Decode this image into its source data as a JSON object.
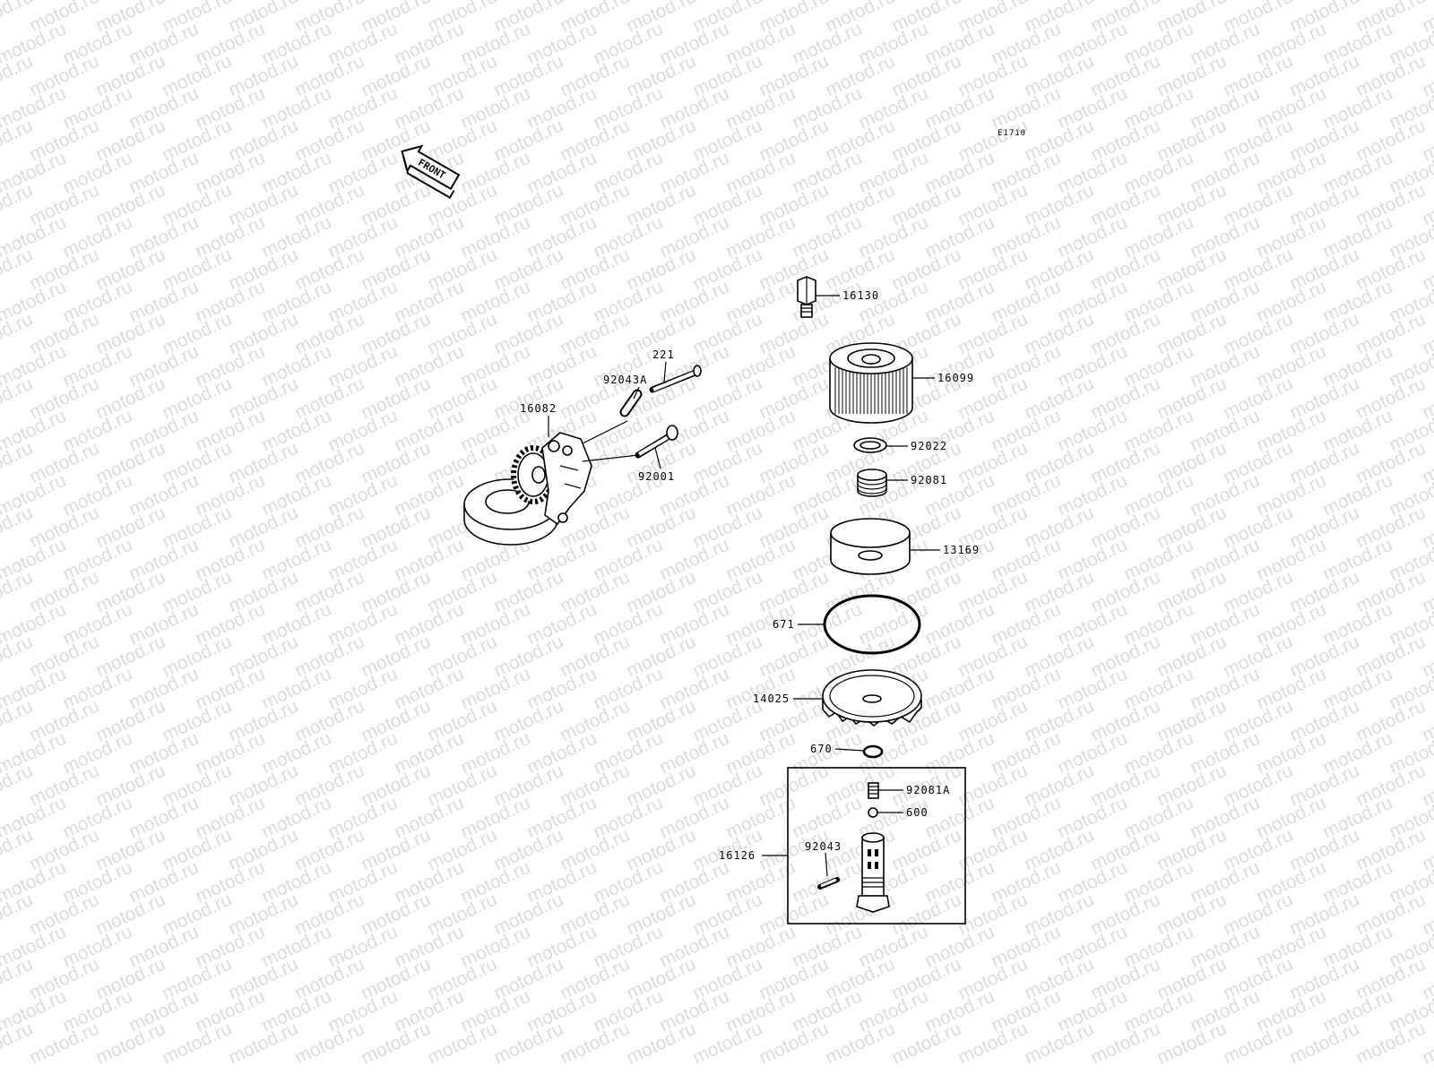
{
  "diagram": {
    "code": "E1710",
    "front_label": "FRONT",
    "watermark": "motod.ru",
    "labels": {
      "p16130": "16130",
      "p16099": "16099",
      "p92022": "92022",
      "p92081": "92081",
      "p13169": "13169",
      "p671": "671",
      "p14025": "14025",
      "p670": "670",
      "p92081A": "92081A",
      "p600": "600",
      "p16126": "16126",
      "p92043": "92043",
      "p221": "221",
      "p92043A": "92043A",
      "p16082": "16082",
      "p92001": "92001"
    }
  }
}
